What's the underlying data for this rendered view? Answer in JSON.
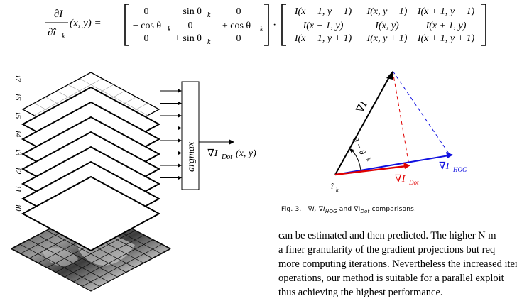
{
  "equation": {
    "lhs_num": "∂I",
    "lhs_den": "∂î",
    "lhs_sub": "k",
    "lhs_args": "(x, y) =",
    "matrix_a": [
      [
        "0",
        "− sin θ",
        "0"
      ],
      [
        "− cos θ",
        "0",
        "+ cos θ"
      ],
      [
        "0",
        "+ sin θ",
        "0"
      ]
    ],
    "theta_sub": "k",
    "dot": "·",
    "matrix_b": [
      [
        "I(x − 1, y − 1)",
        "I(x, y − 1)",
        "I(x + 1, y − 1)"
      ],
      [
        "I(x − 1, y)",
        "I(x, y)",
        "I(x + 1, y)"
      ],
      [
        "I(x − 1, y + 1)",
        "I(x, y + 1)",
        "I(x + 1, y + 1)"
      ]
    ]
  },
  "left_figure": {
    "layer_labels": [
      "i7",
      "i6",
      "i5",
      "i4",
      "i3",
      "i2",
      "i1",
      "i0"
    ],
    "argmax_label": "argmax",
    "output_label": "∇I",
    "output_sub": "Dot",
    "output_args": "(x, y)"
  },
  "right_figure": {
    "grad_label": "∇I",
    "angle_label": "θ − θ",
    "angle_sub": "k",
    "basis_label": "î",
    "basis_sub": "k",
    "dot_label": "∇I",
    "dot_sub": "Dot",
    "hog_label": "∇I",
    "hog_sub": "HOG",
    "colors": {
      "grad": "#000000",
      "dot": "#e00000",
      "hog": "#1010e0"
    }
  },
  "caption": {
    "prefix": "Fig. 3.",
    "text": "∇I, ∇I",
    "hog_sub": "HOG",
    "and": "and ∇I",
    "dot_sub": "Dot",
    "suffix": "comparisons."
  },
  "body_text": [
    "can be estimated and then predicted. The higher N m",
    "a finer granularity of the gradient projections but req",
    "more computing iterations. Nevertheless the increased iter",
    "operations, our method is suitable for a parallel exploit",
    "thus achieving the highest performance."
  ]
}
